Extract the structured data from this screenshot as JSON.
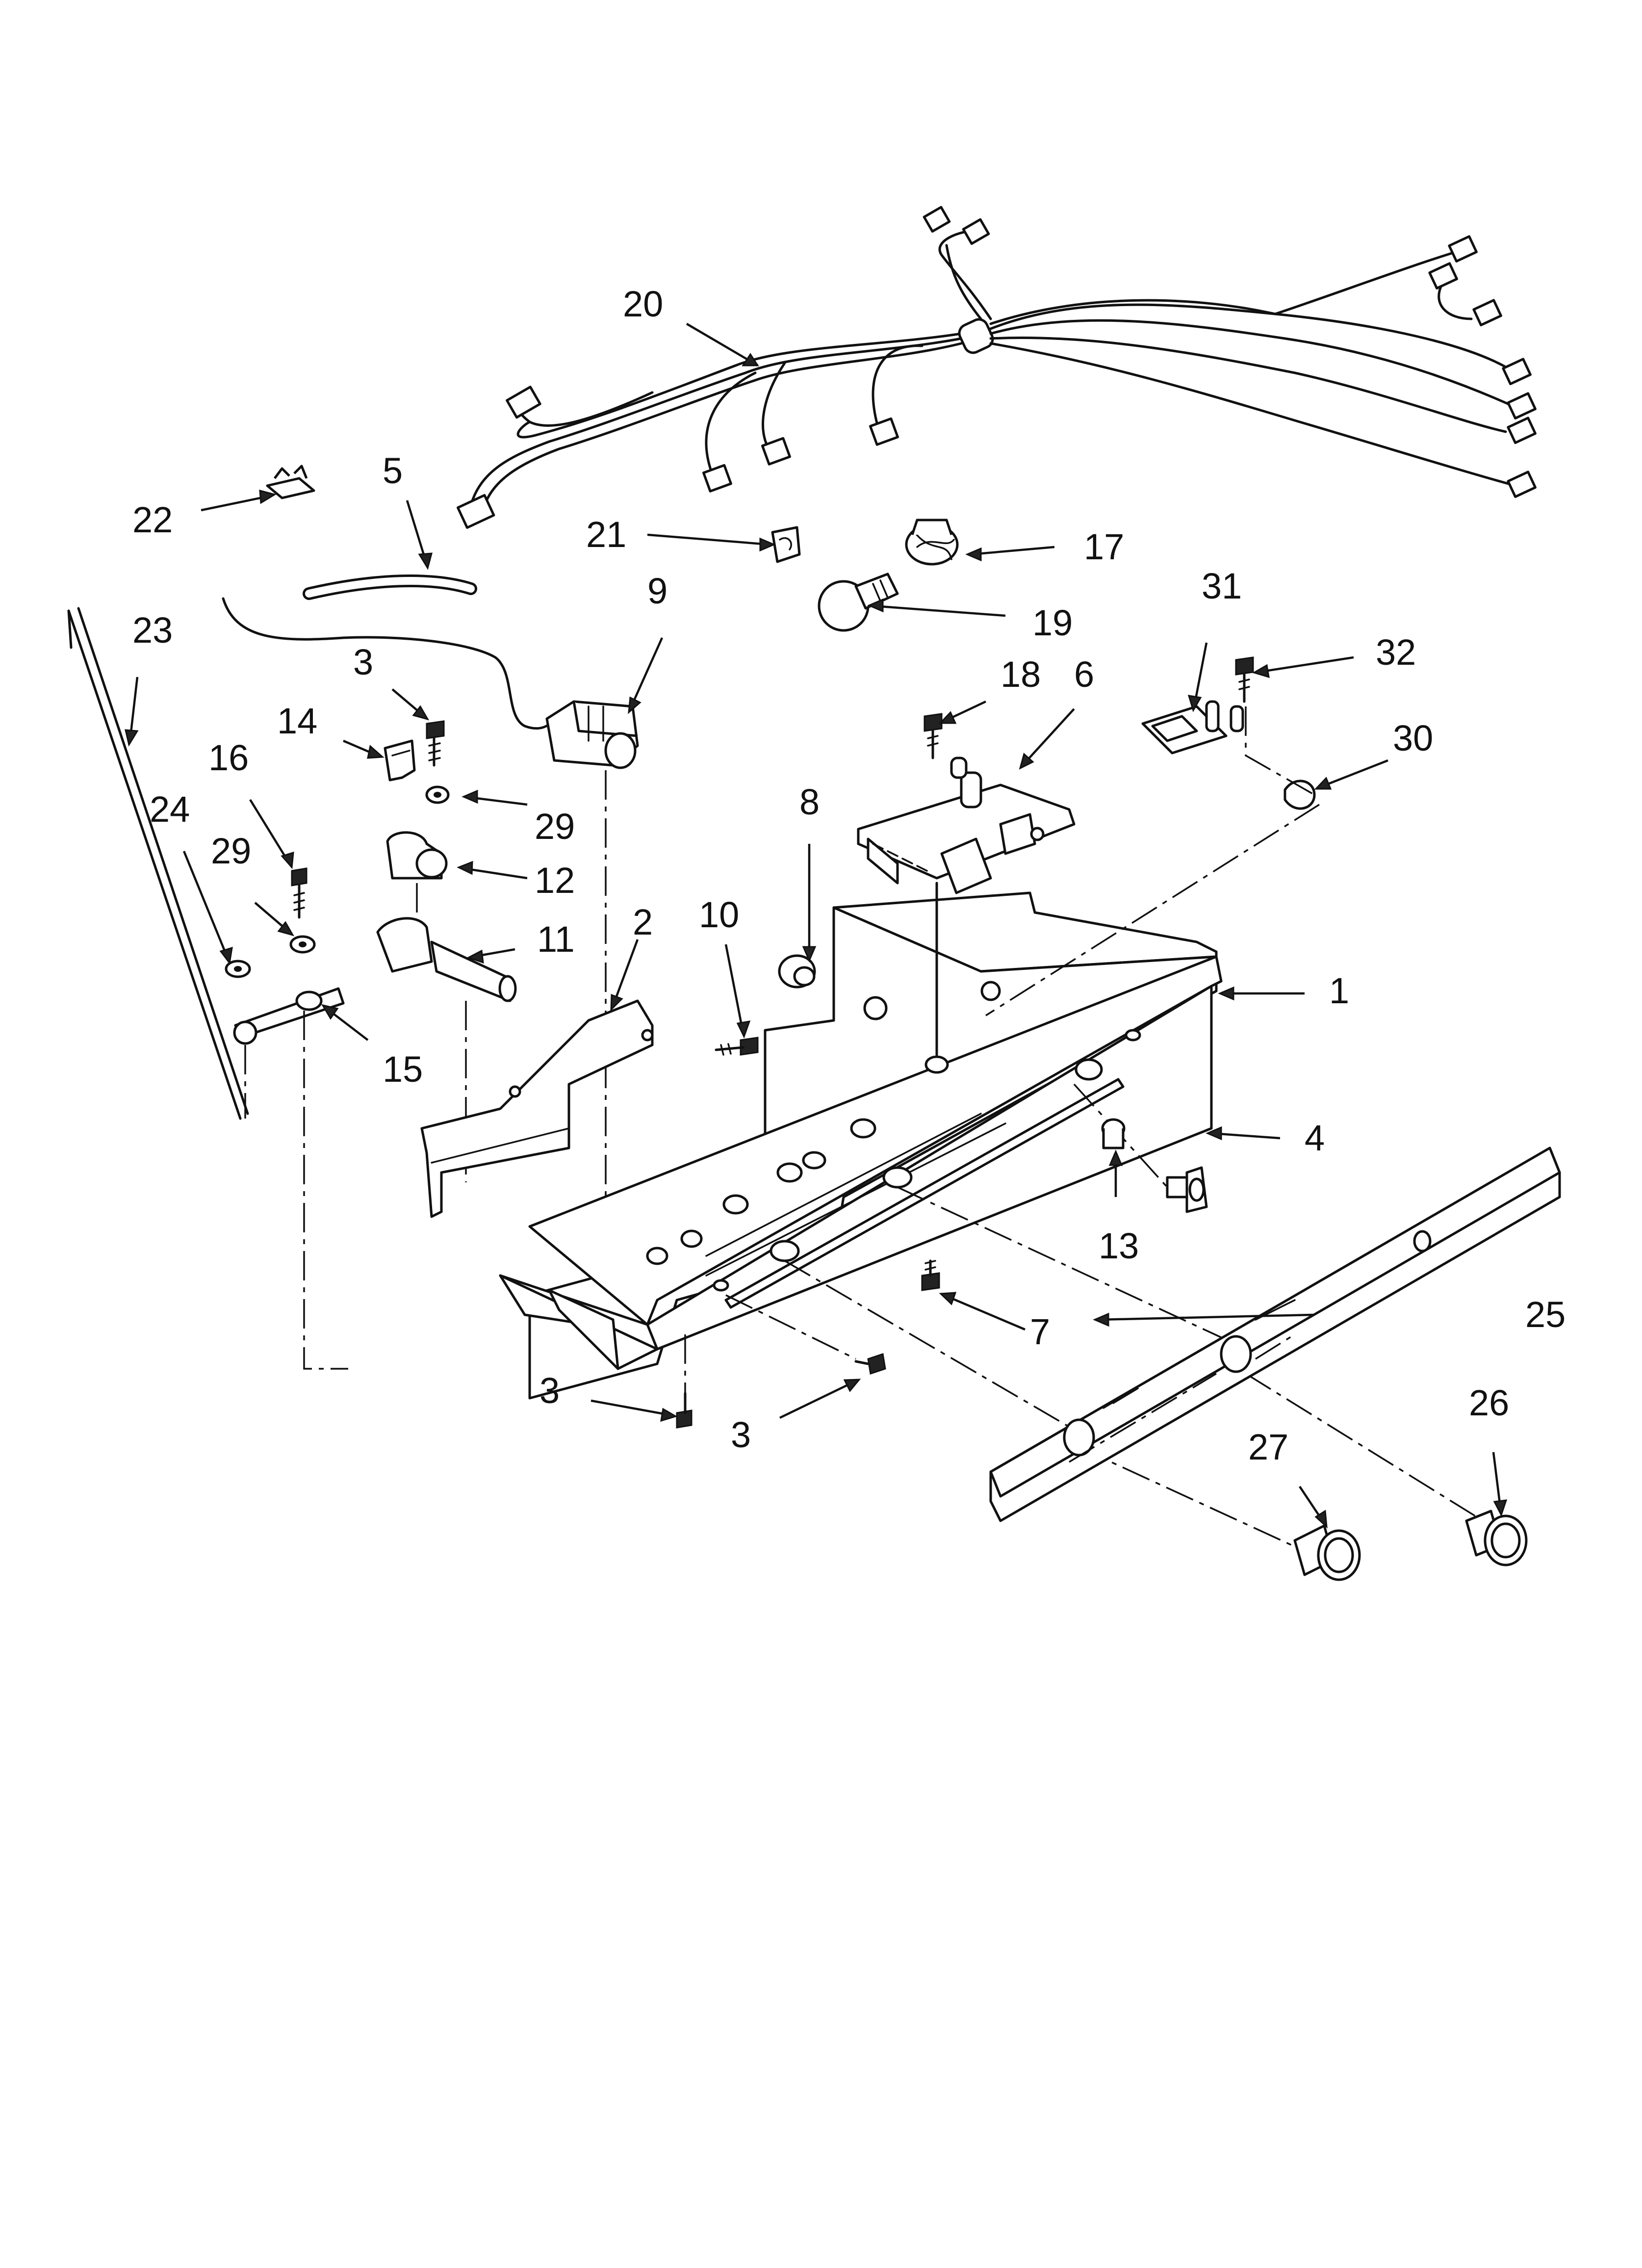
{
  "callouts": [
    {
      "id": "1",
      "text": "1"
    },
    {
      "id": "2",
      "text": "2"
    },
    {
      "id": "3a",
      "text": "3"
    },
    {
      "id": "3b",
      "text": "3"
    },
    {
      "id": "3c",
      "text": "3"
    },
    {
      "id": "4",
      "text": "4"
    },
    {
      "id": "5",
      "text": "5"
    },
    {
      "id": "6",
      "text": "6"
    },
    {
      "id": "7",
      "text": "7"
    },
    {
      "id": "8",
      "text": "8"
    },
    {
      "id": "9",
      "text": "9"
    },
    {
      "id": "10",
      "text": "10"
    },
    {
      "id": "11",
      "text": "11"
    },
    {
      "id": "12",
      "text": "12"
    },
    {
      "id": "13",
      "text": "13"
    },
    {
      "id": "14",
      "text": "14"
    },
    {
      "id": "15",
      "text": "15"
    },
    {
      "id": "16",
      "text": "16"
    },
    {
      "id": "17",
      "text": "17"
    },
    {
      "id": "18",
      "text": "18"
    },
    {
      "id": "19",
      "text": "19"
    },
    {
      "id": "20",
      "text": "20"
    },
    {
      "id": "21",
      "text": "21"
    },
    {
      "id": "22",
      "text": "22"
    },
    {
      "id": "23",
      "text": "23"
    },
    {
      "id": "24",
      "text": "24"
    },
    {
      "id": "25",
      "text": "25"
    },
    {
      "id": "26",
      "text": "26"
    },
    {
      "id": "27",
      "text": "27"
    },
    {
      "id": "29a",
      "text": "29"
    },
    {
      "id": "29b",
      "text": "29"
    },
    {
      "id": "30",
      "text": "30"
    },
    {
      "id": "31",
      "text": "31"
    },
    {
      "id": "32",
      "text": "32"
    }
  ]
}
